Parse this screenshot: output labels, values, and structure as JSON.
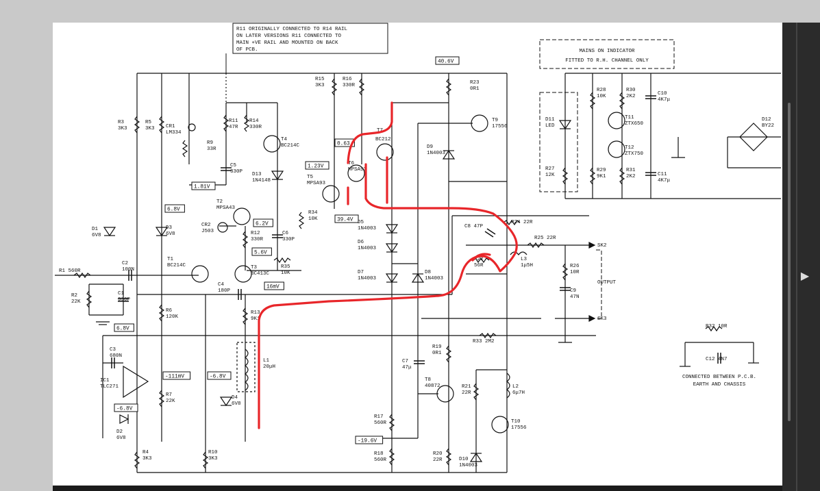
{
  "note": {
    "lines": [
      "R11 ORIGINALLY CONNECTED TO R14 RAIL",
      "ON LATER VERSIONS R11 CONNECTED TO",
      "MAIN +VE RAIL AND MOUNTED ON BACK",
      "OF PCB."
    ]
  },
  "mains_box": {
    "line1": "MAINS ON INDICATOR",
    "line2": "FITTED TO R.H. CHANNEL ONLY"
  },
  "voltages": {
    "v406": "40.6V",
    "v063": "0.63",
    "v123": "1.23V",
    "v181": "1.81V",
    "v394": "39.4V",
    "v68a": "6.8V",
    "v62": "6.2V",
    "v56": "5.6V",
    "v16m": "16mV",
    "v68b": "6.8V",
    "v111": "-111mV",
    "vm68a": "-6.8V",
    "vm68b": "-6.8V",
    "vm196": "-19.6V"
  },
  "components": {
    "R1": [
      "R1 560R"
    ],
    "R2": [
      "R2",
      "22K"
    ],
    "C1": [
      "C1",
      "330P"
    ],
    "C2": [
      "C2",
      "100N"
    ],
    "R3": [
      "R3",
      "3K3"
    ],
    "R5": [
      "R5",
      "3K3"
    ],
    "CR1": [
      "CR1",
      "LM334"
    ],
    "R9": [
      "R9",
      "33R"
    ],
    "R11": [
      "R11",
      "47R"
    ],
    "R14": [
      "R14",
      "330R"
    ],
    "T4": [
      "T4",
      "BC214C"
    ],
    "C5": [
      "C5",
      "330P"
    ],
    "D13": [
      "D13",
      "1N4148"
    ],
    "R15": [
      "R15",
      "3K3"
    ],
    "R16": [
      "R16",
      "330R"
    ],
    "T7": [
      "T7"
    ],
    "T7b": [
      "BC212"
    ],
    "T6": [
      "T6",
      "MPSA93"
    ],
    "T5": [
      "T5",
      "MPSA93"
    ],
    "R34": [
      "R34",
      "10K"
    ],
    "T2": [
      "T2",
      "MPSA43"
    ],
    "D1": [
      "D1",
      "6V8"
    ],
    "D3": [
      "D3",
      "6V8"
    ],
    "CR2": [
      "CR2",
      "J503"
    ],
    "R12": [
      "R12",
      "330R"
    ],
    "C6": [
      "C6",
      "330P"
    ],
    "T1": [
      "T1",
      "BC214C"
    ],
    "T3": [
      "T3",
      "BC413C"
    ],
    "R35": [
      "R35",
      "10K"
    ],
    "C4": [
      "C4",
      "180P"
    ],
    "R6": [
      "R6",
      "120K"
    ],
    "R13": [
      "R13",
      "9K1"
    ],
    "C3": [
      "C3",
      "680N"
    ],
    "IC1": [
      "IC1",
      "TLC271"
    ],
    "R7": [
      "R7",
      "22K"
    ],
    "D2": [
      "D2",
      "6V8"
    ],
    "D4": [
      "D4",
      "6V8"
    ],
    "L1": [
      "L1",
      "20μH"
    ],
    "R4": [
      "R4",
      "3K3"
    ],
    "R10": [
      "R10",
      "3K3"
    ],
    "R23": [
      "R23",
      "0R1"
    ],
    "T9": [
      "T9",
      "17556"
    ],
    "D9": [
      "D9",
      "1N4003"
    ],
    "D5": [
      "D5",
      "1N4003"
    ],
    "D6": [
      "D6",
      "1N4003"
    ],
    "D7": [
      "D7",
      "1N4003"
    ],
    "D8": [
      "D8",
      "1N4003"
    ],
    "C8": [
      "C8 47P"
    ],
    "R24": [
      "R24 22R"
    ],
    "R25": [
      "R25 22R"
    ],
    "R22": [
      "R22",
      "56R"
    ],
    "L3": [
      "L3",
      "1μ5H"
    ],
    "R26": [
      "R26",
      "10R"
    ],
    "C9": [
      "C9",
      "47N"
    ],
    "SK2": [
      "SK2"
    ],
    "SK3": [
      "SK3"
    ],
    "OUTPUT": [
      "OUTPUT"
    ],
    "R33": [
      "R33 2M2"
    ],
    "R19": [
      "R19",
      "0R1"
    ],
    "C7": [
      "C7",
      "47μ"
    ],
    "T8": [
      "T8",
      "40872"
    ],
    "R21": [
      "R21",
      "22R"
    ],
    "L2": [
      "L2",
      "6μ7H"
    ],
    "T10": [
      "T10",
      "17556"
    ],
    "R17": [
      "R17",
      "560R"
    ],
    "R18": [
      "R18",
      "560R"
    ],
    "R20": [
      "R20",
      "22R"
    ],
    "D10": [
      "D10",
      "1N4003"
    ],
    "R28": [
      "R28",
      "10K"
    ],
    "R30": [
      "R30",
      "2K2"
    ],
    "C10": [
      "C10",
      "4K7μ"
    ],
    "T11": [
      "T11",
      "ZTX650"
    ],
    "T12": [
      "T12",
      "ZTX750"
    ],
    "D11": [
      "D11",
      "LED"
    ],
    "R27": [
      "R27",
      "12K"
    ],
    "R29": [
      "R29",
      "9K1"
    ],
    "R31": [
      "R31",
      "2K2"
    ],
    "C11": [
      "C11",
      "4K7μ"
    ],
    "D12": [
      "D12",
      "BY22"
    ],
    "R32": [
      "R32 10R"
    ],
    "C12": [
      "C12 4N7"
    ]
  },
  "earth_note": [
    "CONNECTED BETWEEN P.C.B.",
    "EARTH AND CHASSIS"
  ],
  "colors": {
    "annotation": "#e8262a",
    "ink": "#111111",
    "page": "#ffffff",
    "viewer_dark": "#2b2b2b"
  }
}
